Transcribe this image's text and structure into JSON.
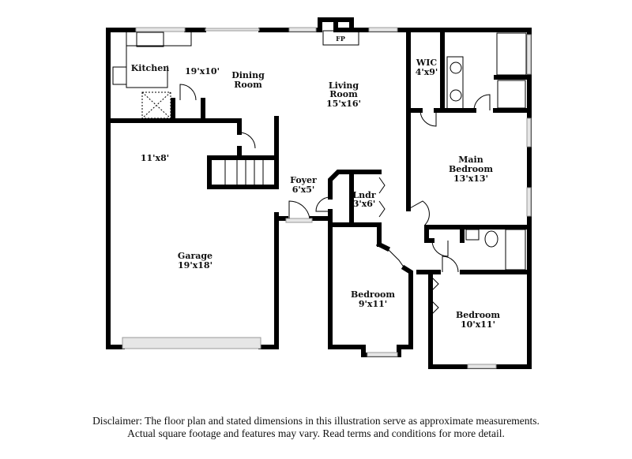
{
  "rooms": {
    "kitchen": {
      "name": "Kitchen"
    },
    "kitchen_dim": "19'x10'",
    "dining": {
      "name1": "Dining",
      "name2": "Room"
    },
    "living": {
      "name1": "Living",
      "name2": "Room",
      "dim": "15'x16'"
    },
    "fireplace": "FP",
    "wic": {
      "name": "WIC",
      "dim": "4'x9'"
    },
    "main_bedroom": {
      "name1": "Main",
      "name2": "Bedroom",
      "dim": "13'x13'"
    },
    "mudroom_dim": "11'x8'",
    "foyer": {
      "name": "Foyer",
      "dim": "6'x5'"
    },
    "laundry": {
      "name": "Lndr",
      "dim": "3'x6'"
    },
    "garage": {
      "name": "Garage",
      "dim": "19'x18'"
    },
    "bedroom2": {
      "name": "Bedroom",
      "dim": "9'x11'"
    },
    "bedroom3": {
      "name": "Bedroom",
      "dim": "10'x11'"
    }
  },
  "disclaimer": {
    "line1": "Disclaimer: The floor plan and stated dimensions in this illustration serve as approximate measurements.",
    "line2": "Actual square footage and features may vary. Read terms and conditions for more detail."
  }
}
